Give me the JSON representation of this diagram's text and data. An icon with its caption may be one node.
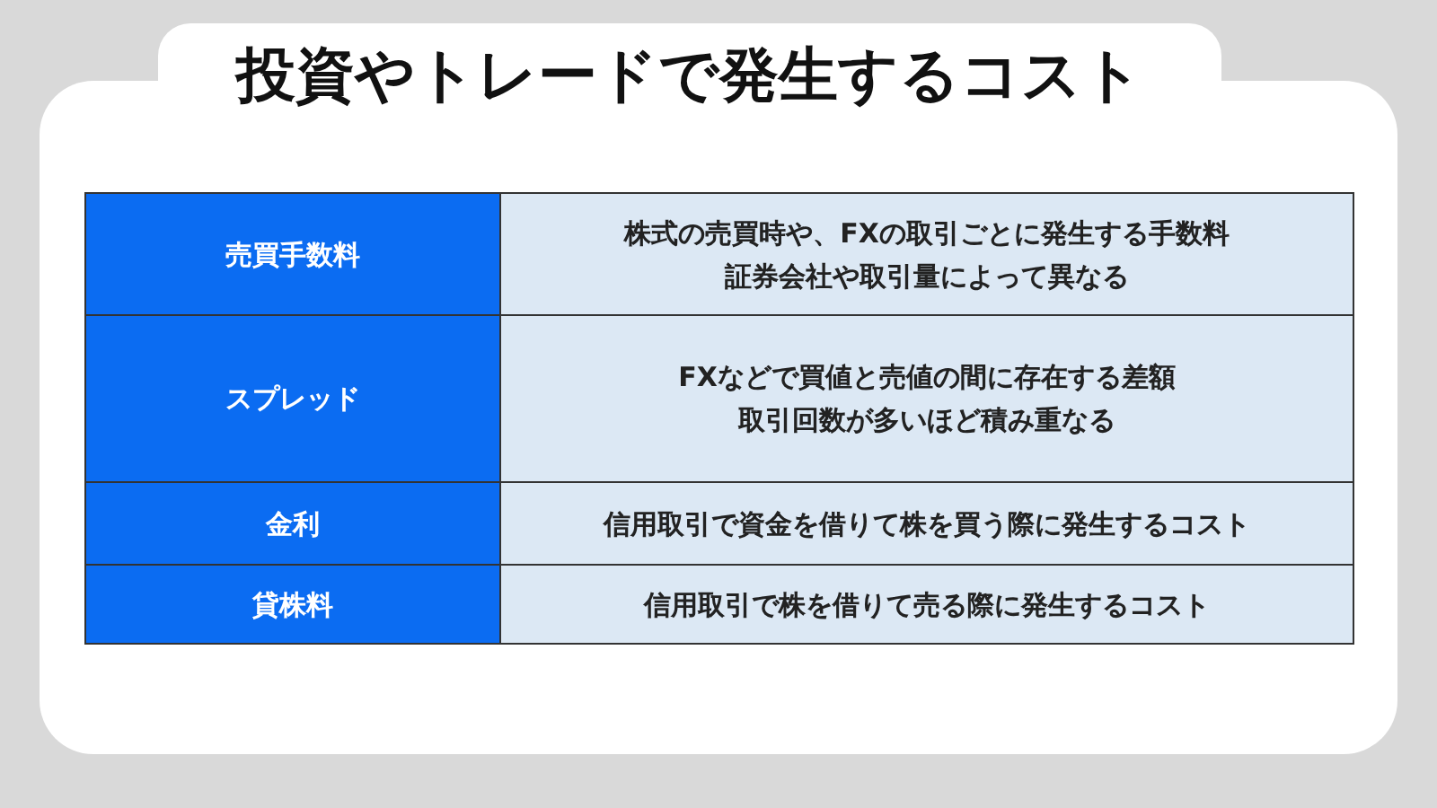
{
  "diagram": {
    "title": "投資やトレードで発生するコスト",
    "labels": [
      "売買手数料",
      "株式の売買時や、FXの取引ごとに発生する手数料",
      "証券会社や取引量によって異なる",
      "スプレッド",
      "FXなどで買値と売値の間に存在する差額",
      "取引回数が多いほど積み重なる",
      "金利",
      "信用取引で資金を借りて株を買う際に発生するコスト",
      "貸株料",
      "信用取引で株を借りて売る際に発生するコスト"
    ]
  }
}
